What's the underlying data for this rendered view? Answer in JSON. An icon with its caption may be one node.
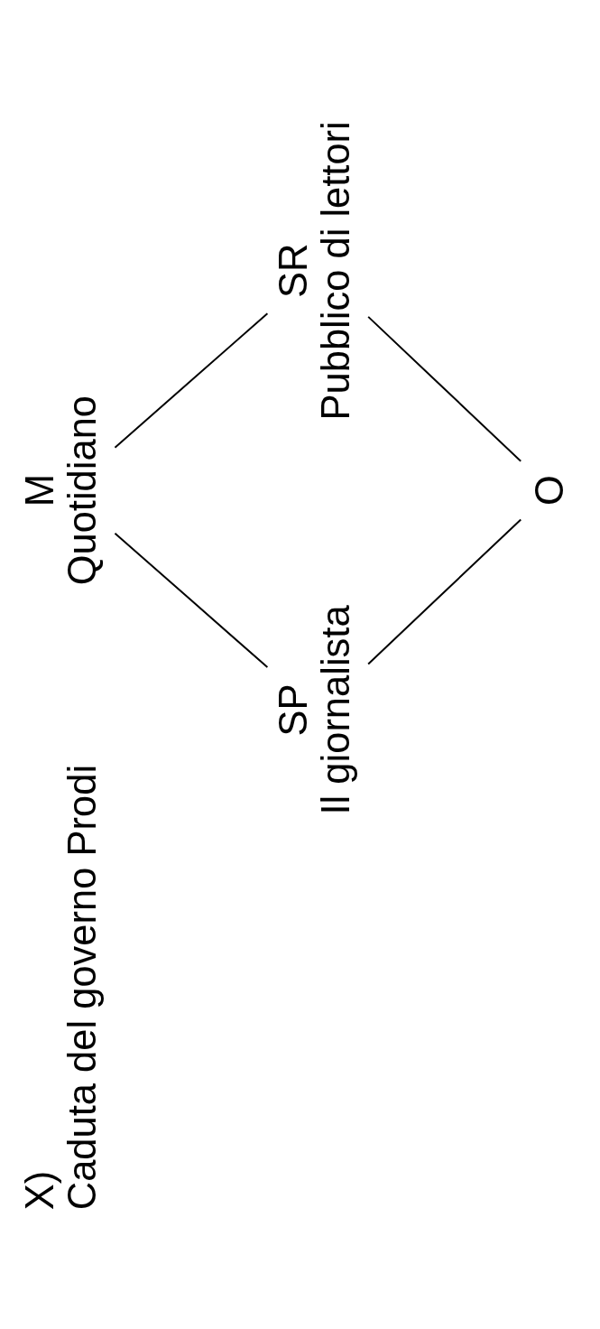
{
  "diagram": {
    "nodes": [
      {
        "text": [
          "M",
          "Quotidiano"
        ]
      },
      {
        "text": [
          "SP",
          "Il giornalista"
        ]
      },
      {
        "text": [
          "SR",
          "Pubblico di lettori"
        ]
      },
      {
        "text": [
          "O"
        ]
      }
    ],
    "edges": [
      {
        "from": 0,
        "to": 1,
        "arrow": "none"
      },
      {
        "from": 0,
        "to": 2,
        "arrow": "none"
      },
      {
        "from": 1,
        "to": 3,
        "arrow": "none"
      },
      {
        "from": 2,
        "to": 3,
        "arrow": "none"
      }
    ],
    "labels": [
      "X)",
      "Caduta del governo Prodi"
    ]
  }
}
